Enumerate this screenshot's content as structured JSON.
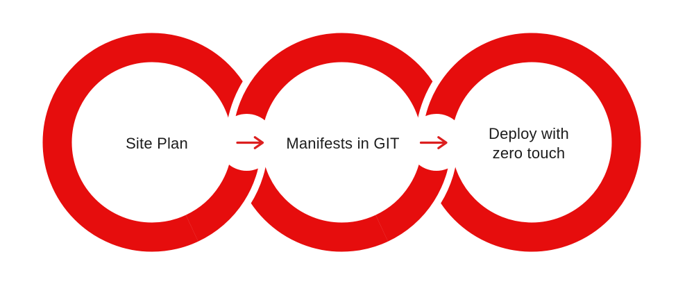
{
  "diagram": {
    "type": "process-flow",
    "steps": [
      {
        "id": "site-plan",
        "lines": [
          "Site Plan"
        ]
      },
      {
        "id": "manifests-in-git",
        "lines": [
          "Manifests in GIT"
        ]
      },
      {
        "id": "deploy-with-zero-touch",
        "lines": [
          "Deploy with",
          "zero touch"
        ]
      }
    ],
    "connectors": [
      {
        "from": "site-plan",
        "to": "manifests-in-git",
        "glyph": "→"
      },
      {
        "from": "manifests-in-git",
        "to": "deploy-with-zero-touch",
        "glyph": "→"
      }
    ]
  },
  "colors": {
    "ring": "#e60d0d",
    "arrow": "#dc1f1f",
    "text": "#1c1c1c",
    "background": "#ffffff"
  }
}
